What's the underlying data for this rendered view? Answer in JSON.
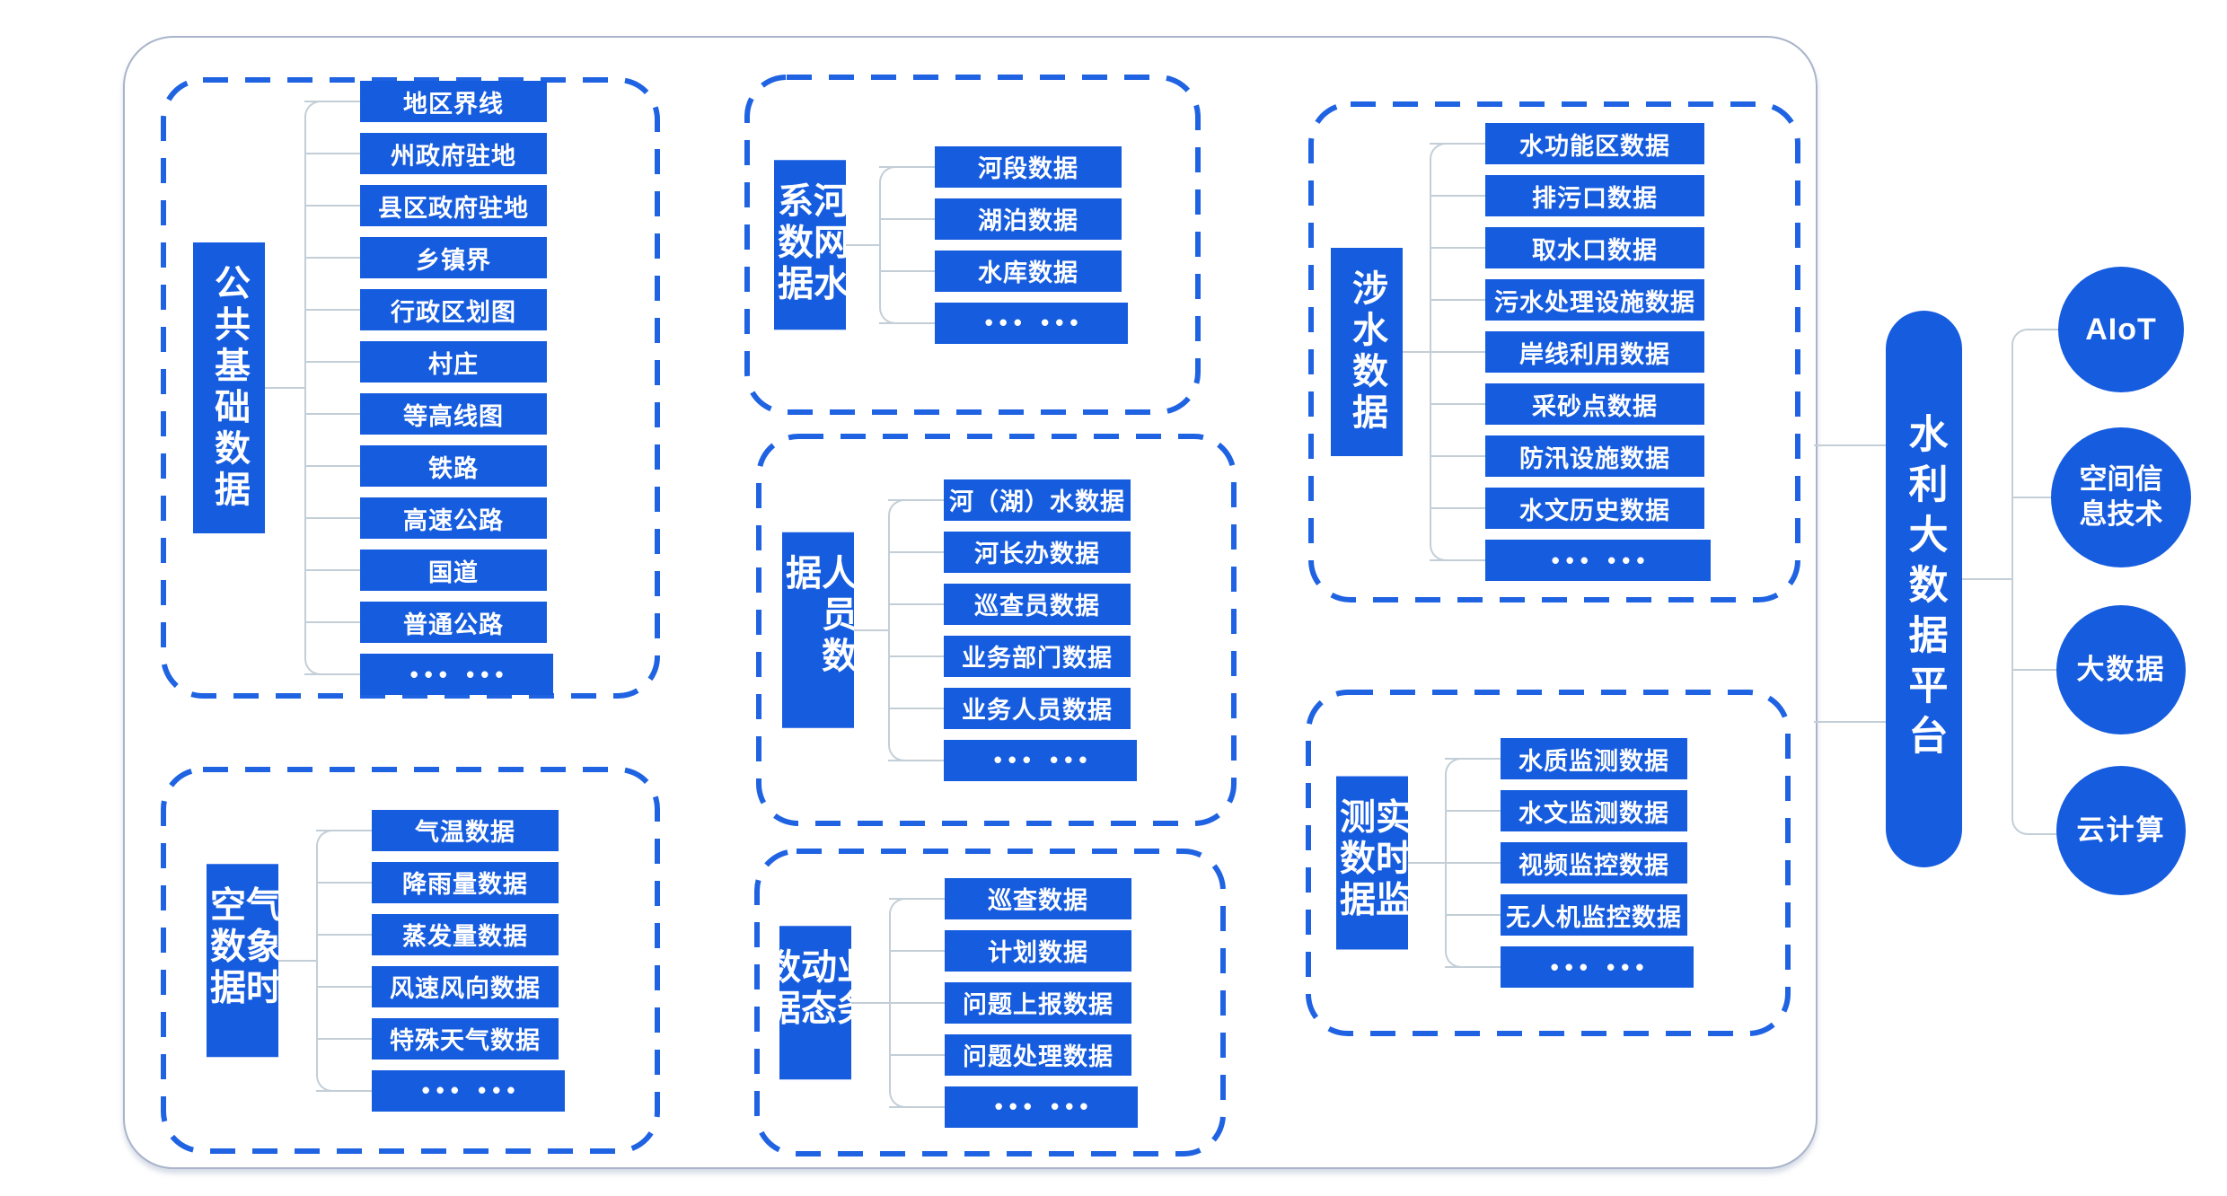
{
  "platform": {
    "title": "水利大数据平台"
  },
  "technologies": [
    {
      "label": "AIoT"
    },
    {
      "label": "空间信息技术"
    },
    {
      "label": "大数据"
    },
    {
      "label": "云计算"
    }
  ],
  "groups": [
    {
      "label": "公共基础数据",
      "items": [
        "地区界线",
        "州政府驻地",
        "县区政府驻地",
        "乡镇界",
        "行政区划图",
        "村庄",
        "等高线图",
        "铁路",
        "高速公路",
        "国道",
        "普通公路",
        "••• •••"
      ]
    },
    {
      "label": "河网水系数据",
      "items": [
        "河段数据",
        "湖泊数据",
        "水库数据",
        "••• •••"
      ]
    },
    {
      "label": "涉水数据",
      "items": [
        "水功能区数据",
        "排污口数据",
        "取水口数据",
        "污水处理设施数据",
        "岸线利用数据",
        "采砂点数据",
        "防汛设施数据",
        "水文历史数据",
        "••• •••"
      ]
    },
    {
      "label": "人员数据",
      "items": [
        "河（湖）水数据",
        "河长办数据",
        "巡查员数据",
        "业务部门数据",
        "业务人员数据",
        "••• •••"
      ]
    },
    {
      "label": "气象时空数据",
      "items": [
        "气温数据",
        "降雨量数据",
        "蒸发量数据",
        "风速风向数据",
        "特殊天气数据",
        "••• •••"
      ]
    },
    {
      "label": "业务动态数据",
      "items": [
        "巡查数据",
        "计划数据",
        "问题上报数据",
        "问题处理数据",
        "••• •••"
      ]
    },
    {
      "label": "实时监测数据",
      "items": [
        "水质监测数据",
        "水文监测数据",
        "视频监控数据",
        "无人机监控数据",
        "••• •••"
      ]
    }
  ],
  "colors": {
    "fill_blue": "#165cdf",
    "dash_blue": "#1f63e2",
    "connector_gray": "#c3ced6",
    "boundary_gray": "#a9b4ca"
  }
}
